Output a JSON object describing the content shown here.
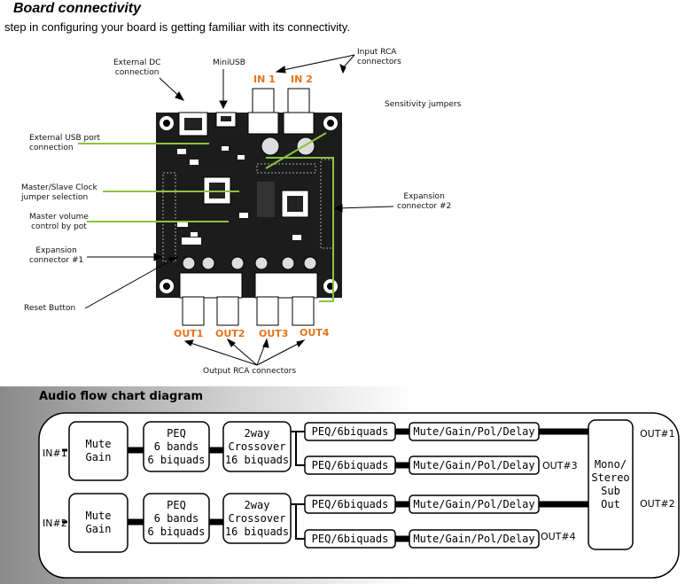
{
  "section": {
    "title": "Board connectivity",
    "intro": "step in configuring your board is getting familiar with its connectivity."
  },
  "board": {
    "labels": {
      "external_dc": "External DC\nconnection",
      "miniusb": "MiniUSB",
      "input_rca": "Input RCA\nconnectors",
      "sensitivity": "Sensitivity jumpers",
      "ext_usb": "External USB port\nconnection",
      "master_slave": "Master/Slave Clock\njumper selection",
      "master_volume": "Master volume\ncontrol by pot",
      "exp1": "Expansion\nconnector #1",
      "exp2": "Expansion\nconnector #2",
      "reset": "Reset Button",
      "output_rca": "Output RCA connectors"
    },
    "connectors": {
      "in1": "IN 1",
      "in2": "IN 2",
      "out1": "OUT1",
      "out2": "OUT2",
      "out3": "OUT3",
      "out4": "OUT4"
    }
  },
  "flow": {
    "title": "Audio flow chart diagram",
    "in1": "IN#1",
    "in2": "IN#2",
    "mute_gain": "Mute\nGain",
    "peq6": "PEQ\n6 bands\n6 biquads",
    "crossover": "2way\nCrossover\n16 biquads",
    "peq_small": "PEQ/6biquads",
    "mgpd": "Mute/Gain/Pol/Delay",
    "mono": "Mono/\nStereo\nSub\nOut",
    "out1": "OUT#1",
    "out2": "OUT#2",
    "out3": "OUT#3",
    "out4": "OUT#4"
  },
  "colors": {
    "accent_orange": "#e6731b",
    "callout_green": "#8bc43f"
  }
}
